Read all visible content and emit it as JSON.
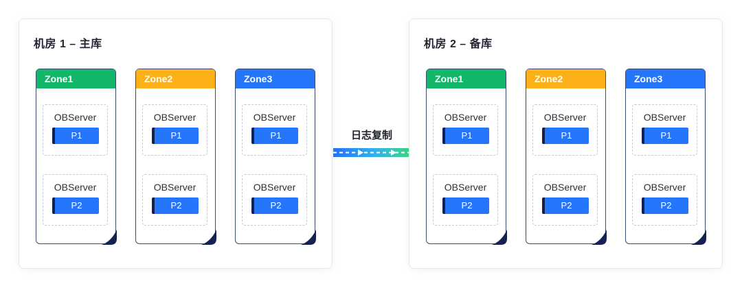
{
  "replication": {
    "label": "日志复制",
    "gradient": [
      "#2472F8",
      "#31B3EA",
      "#3ED584"
    ],
    "dash_color": "#FFFFFF"
  },
  "colors": {
    "zone_green": "#12B76A",
    "zone_amber": "#FBB117",
    "zone_blue": "#2676FB",
    "partition_blue": "#2676FB",
    "partition_bar_navy": "#12214E",
    "fold_navy": "#142151",
    "zone_border": "#3D4A74",
    "container_border": "#E4E7ED",
    "title_text": "#1F2430"
  },
  "datacenters": [
    {
      "title": "机房 1 – 主库",
      "zones": [
        {
          "name": "Zone1",
          "color": "#12B76A",
          "servers": [
            {
              "label": "OBServer",
              "partition": "P1"
            },
            {
              "label": "OBServer",
              "partition": "P2"
            }
          ]
        },
        {
          "name": "Zone2",
          "color": "#FBB117",
          "servers": [
            {
              "label": "OBServer",
              "partition": "P1"
            },
            {
              "label": "OBServer",
              "partition": "P2"
            }
          ]
        },
        {
          "name": "Zone3",
          "color": "#2676FB",
          "servers": [
            {
              "label": "OBServer",
              "partition": "P1"
            },
            {
              "label": "OBServer",
              "partition": "P2"
            }
          ]
        }
      ]
    },
    {
      "title": "机房 2 – 备库",
      "zones": [
        {
          "name": "Zone1",
          "color": "#12B76A",
          "servers": [
            {
              "label": "OBServer",
              "partition": "P1"
            },
            {
              "label": "OBServer",
              "partition": "P2"
            }
          ]
        },
        {
          "name": "Zone2",
          "color": "#FBB117",
          "servers": [
            {
              "label": "OBServer",
              "partition": "P1"
            },
            {
              "label": "OBServer",
              "partition": "P2"
            }
          ]
        },
        {
          "name": "Zone3",
          "color": "#2676FB",
          "servers": [
            {
              "label": "OBServer",
              "partition": "P1"
            },
            {
              "label": "OBServer",
              "partition": "P2"
            }
          ]
        }
      ]
    }
  ]
}
